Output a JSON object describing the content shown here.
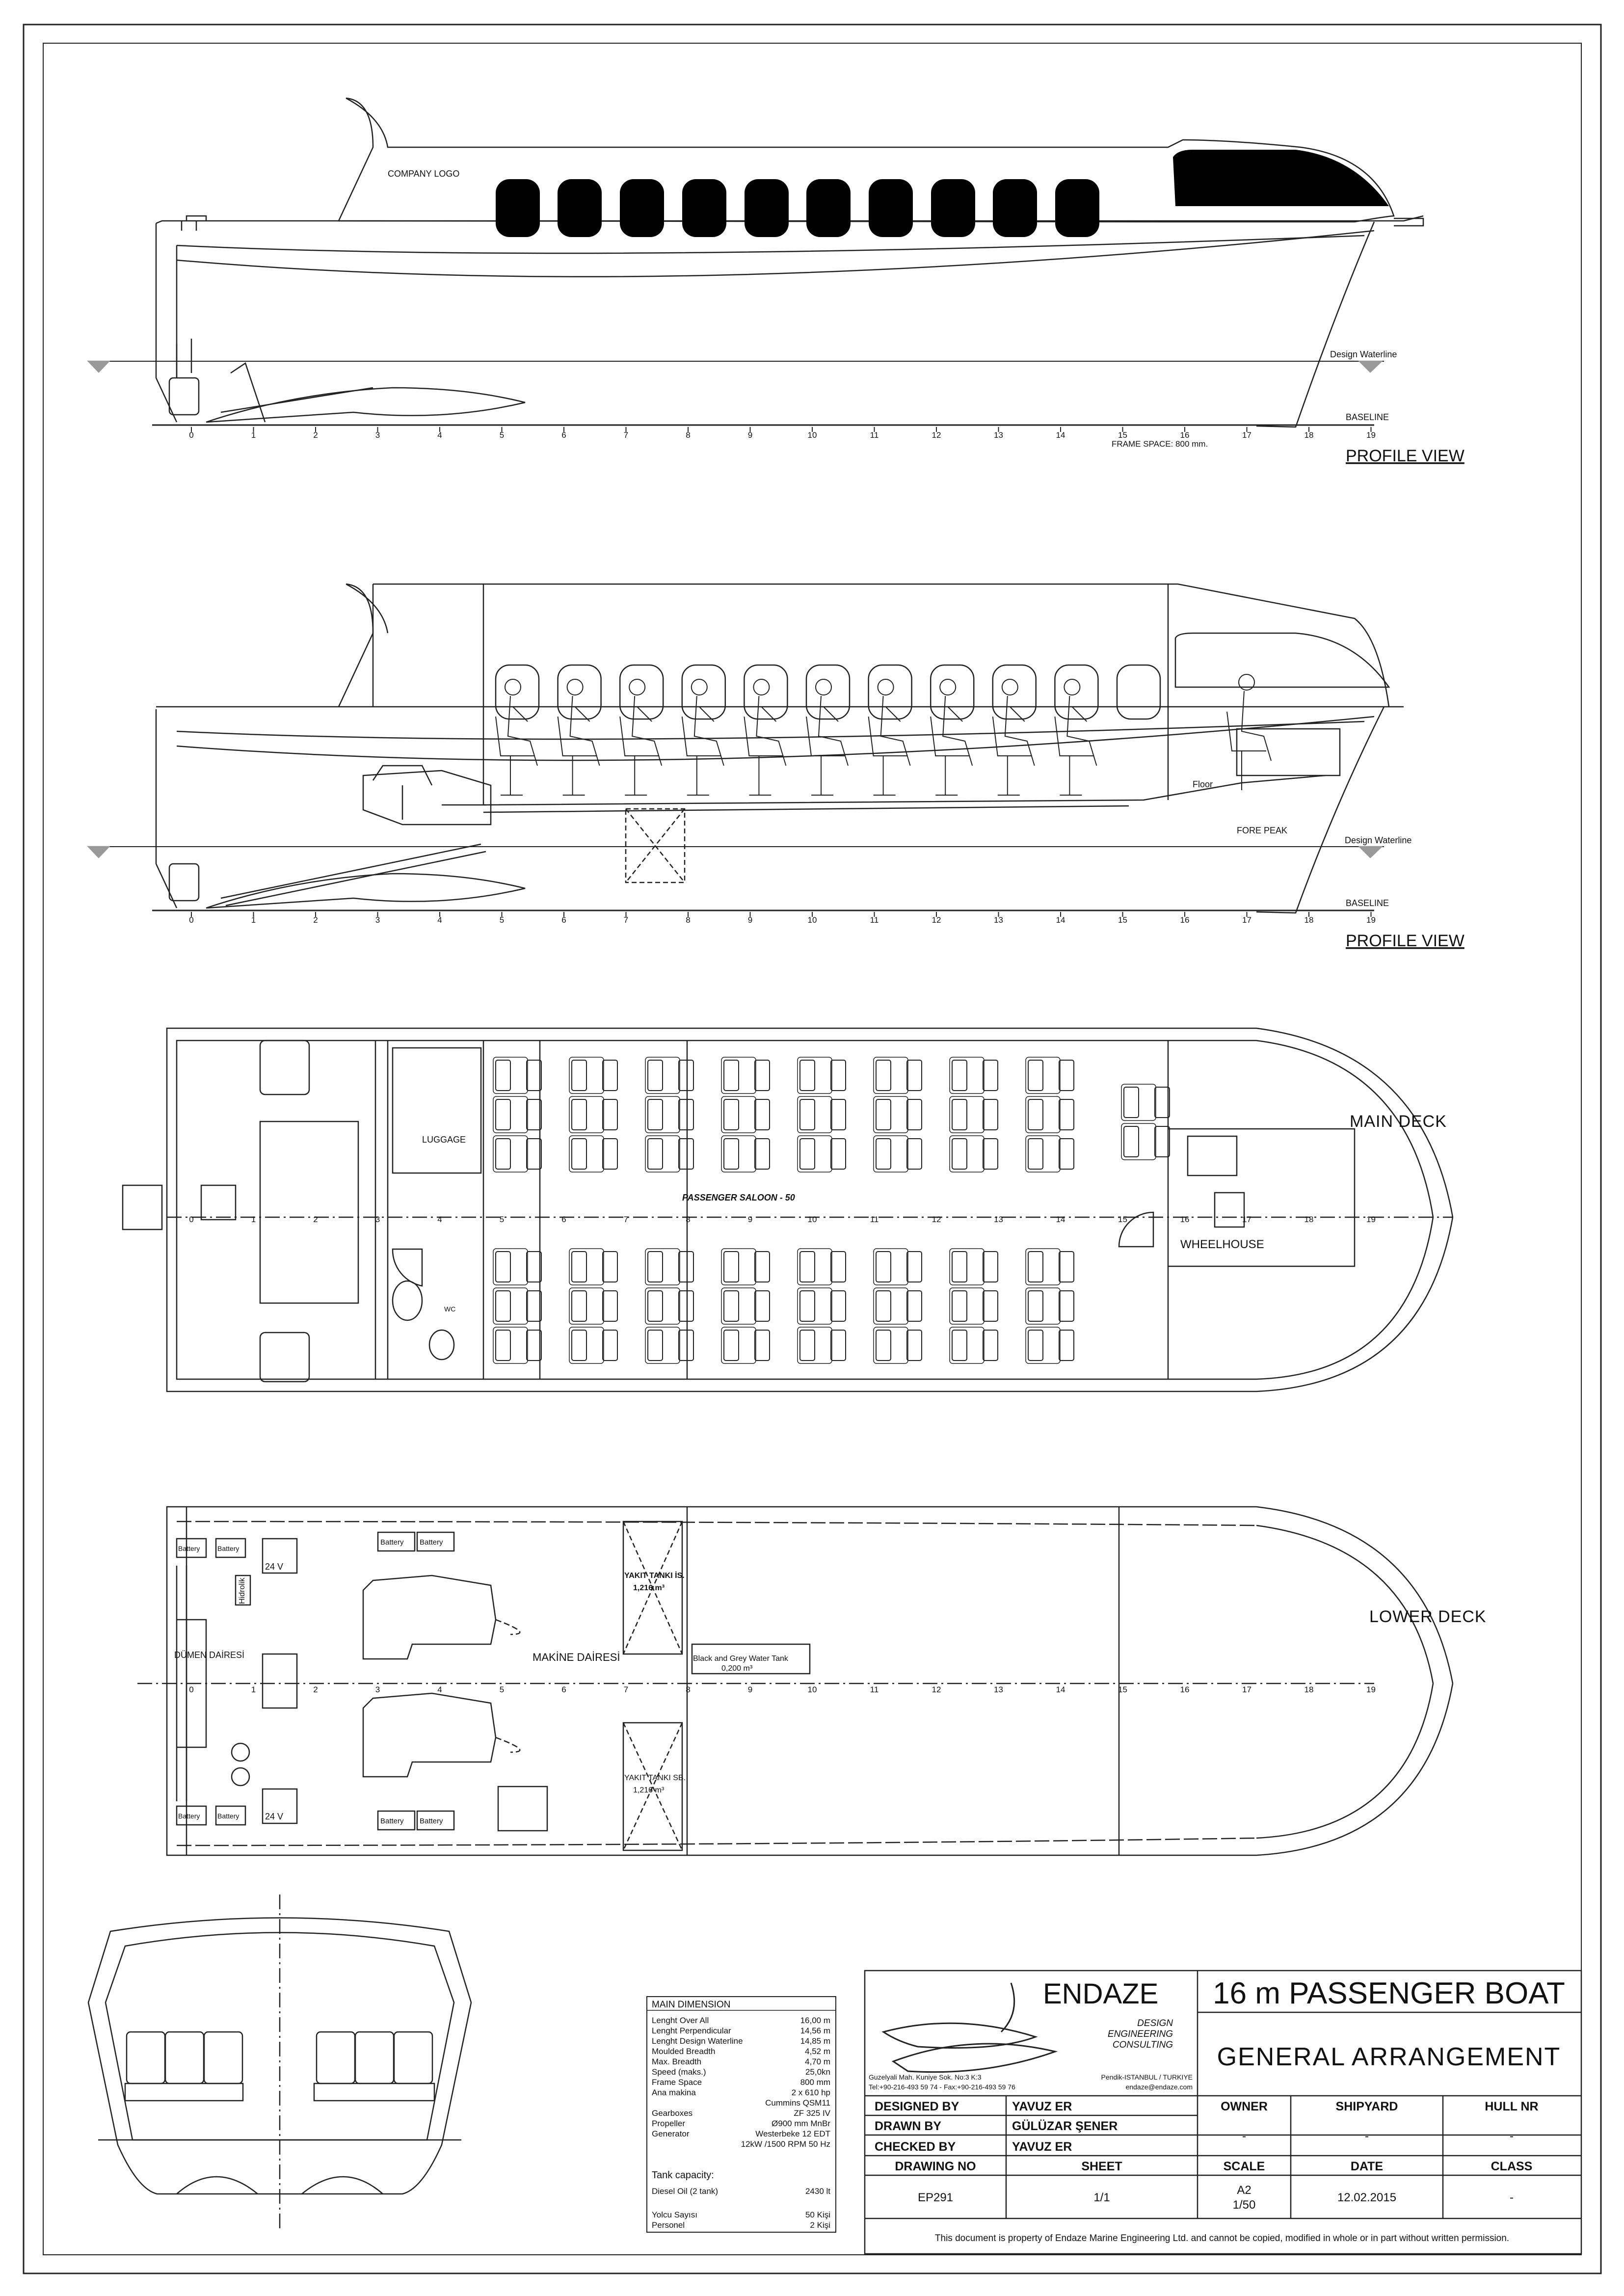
{
  "profile_top": {
    "company_logo": "COMPANY LOGO",
    "design_waterline": "Design Waterline",
    "baseline": "BASELINE",
    "frame_space": "FRAME SPACE: 800 mm.",
    "view_title": "PROFILE VIEW",
    "frames": [
      "0",
      "1",
      "2",
      "3",
      "4",
      "5",
      "6",
      "7",
      "8",
      "9",
      "10",
      "11",
      "12",
      "13",
      "14",
      "15",
      "16",
      "17",
      "18",
      "19"
    ]
  },
  "profile_bottom": {
    "floor": "Floor",
    "fore_peak": "FORE PEAK",
    "design_waterline": "Design Waterline",
    "baseline": "BASELINE",
    "view_title": "PROFILE VIEW"
  },
  "main_deck": {
    "title": "MAIN DECK",
    "luggage": "LUGGAGE",
    "saloon": "PASSENGER SALOON - 50",
    "wheelhouse": "WHEELHOUSE",
    "wc": "WC"
  },
  "lower_deck": {
    "title": "LOWER DECK",
    "battery": "Battery",
    "voltage": "24 V",
    "hidrolik": "Hidrolik",
    "dumen": "DÜMEN DAİRESİ",
    "makine": "MAKİNE DAİRESİ",
    "tank1": "YAKIT TANKI İS.",
    "tank1_vol": "1,216 m³",
    "tank2": "YAKIT TANKI SB.",
    "tank2_vol": "1,216 m³",
    "grey_tank": "Black and Grey Water Tank",
    "grey_tank_vol": "0,200 m³"
  },
  "dimensions": {
    "title": "MAIN DIMENSION",
    "rows": [
      {
        "k": "Lenght Over All",
        "v": "16,00 m"
      },
      {
        "k": "Lenght Perpendicular",
        "v": "14,56 m"
      },
      {
        "k": "Lenght Design Waterline",
        "v": "14,85 m"
      },
      {
        "k": "Moulded Breadth",
        "v": "4,52 m"
      },
      {
        "k": "Max. Breadth",
        "v": "4,70 m"
      },
      {
        "k": "Speed (maks.)",
        "v": "25,0kn"
      },
      {
        "k": "Frame Space",
        "v": "800 mm"
      },
      {
        "k": "Ana makina",
        "v": "2 x 610 hp"
      },
      {
        "k": "",
        "v": "Cummins QSM11"
      },
      {
        "k": "Gearboxes",
        "v": "ZF 325 IV"
      },
      {
        "k": "Propeller",
        "v": "Ø900 mm MnBr"
      },
      {
        "k": "Generator",
        "v": "Westerbeke 12 EDT"
      },
      {
        "k": "",
        "v": "12kW /1500 RPM 50 Hz"
      }
    ],
    "tank_title": "Tank capacity:",
    "tank_rows": [
      {
        "k": "Diesel Oil (2 tank)",
        "v": "2430 lt"
      }
    ],
    "people_rows": [
      {
        "k": "Yolcu Sayısı",
        "v": "50 Kişi"
      },
      {
        "k": "Personel",
        "v": "2 Kişi"
      }
    ]
  },
  "title_block": {
    "company": "ENDAZE",
    "tag1": "DESIGN",
    "tag2": "ENGINEERING",
    "tag3": "CONSULTING",
    "address": "Guzelyali Mah. Kuniye Sok. No:3 K:3",
    "address2": "Pendik-ISTANBUL / TURKIYE",
    "phone": "Tel:+90-216-493 59 74 - Fax:+90-216-493 59 76",
    "email": "endaze@endaze.com",
    "project": "16 m PASSENGER BOAT",
    "drawing_title": "GENERAL ARRANGEMENT",
    "designed_by_label": "DESIGNED BY",
    "designed_by": "YAVUZ ER",
    "drawn_by_label": "DRAWN BY",
    "drawn_by": "GÜLÜZAR ŞENER",
    "checked_by_label": "CHECKED BY",
    "checked_by": "YAVUZ ER",
    "owner_label": "OWNER",
    "owner": "-",
    "shipyard_label": "SHIPYARD",
    "shipyard": "-",
    "hull_label": "HULL NR",
    "hull": "-",
    "drawing_no_label": "DRAWING NO",
    "drawing_no": "EP291",
    "sheet_label": "SHEET",
    "sheet": "1/1",
    "scale_label": "SCALE",
    "scale1": "A2",
    "scale2": "1/50",
    "date_label": "DATE",
    "date": "12.02.2015",
    "class_label": "CLASS",
    "class": "-",
    "notice": "This document is property of  Endaze Marine Engineering Ltd. and cannot be copied, modified in whole or in part without written permission."
  }
}
